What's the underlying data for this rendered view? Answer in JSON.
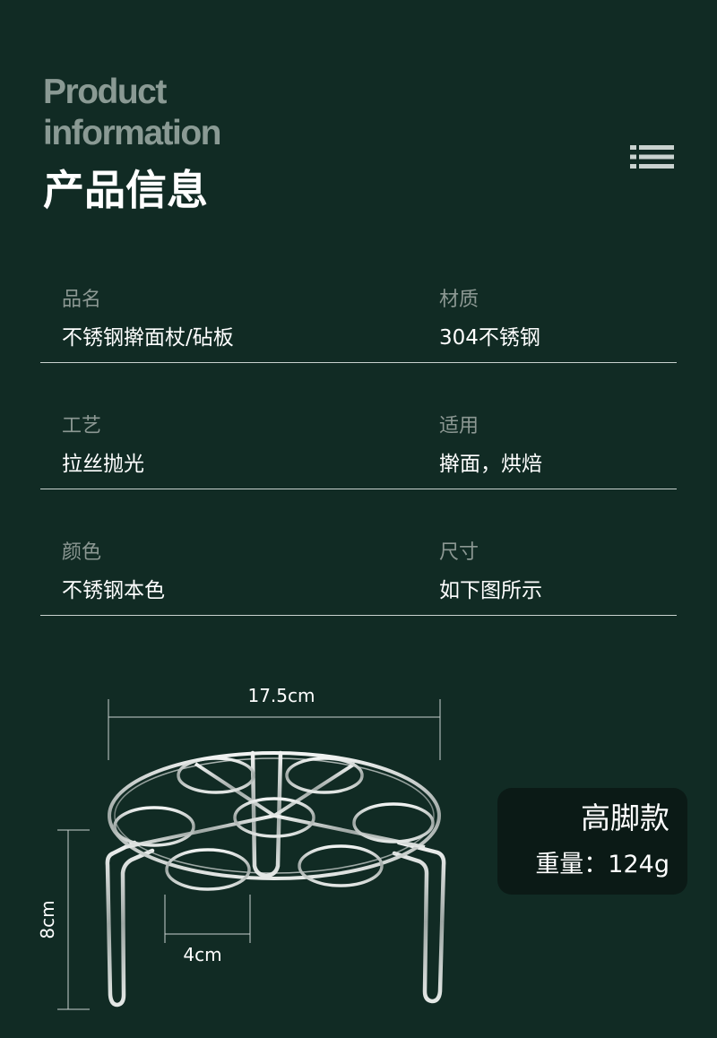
{
  "header": {
    "title_en_line1": "Product",
    "title_en_line2": "information",
    "title_cn": "产品信息",
    "menu_icon": "list-icon"
  },
  "specs": [
    {
      "left": {
        "label": "品名",
        "value": "不锈钢擀面杖/砧板"
      },
      "right": {
        "label": "材质",
        "value": "304不锈钢"
      }
    },
    {
      "left": {
        "label": "工艺",
        "value": "拉丝抛光"
      },
      "right": {
        "label": "适用",
        "value": "擀面，烘焙"
      }
    },
    {
      "left": {
        "label": "颜色",
        "value": "不锈钢本色"
      },
      "right": {
        "label": "尺寸",
        "value": "如下图所示"
      }
    }
  ],
  "diagram": {
    "width_label": "17.5cm",
    "height_label": "8cm",
    "hole_label": "4cm"
  },
  "badge": {
    "title": "高脚款",
    "weight": "重量：124g"
  },
  "colors": {
    "background": "#112b24",
    "badge_background": "#0b1a16",
    "label_gray": "#8c9893",
    "divider": "#c9d2cf"
  }
}
